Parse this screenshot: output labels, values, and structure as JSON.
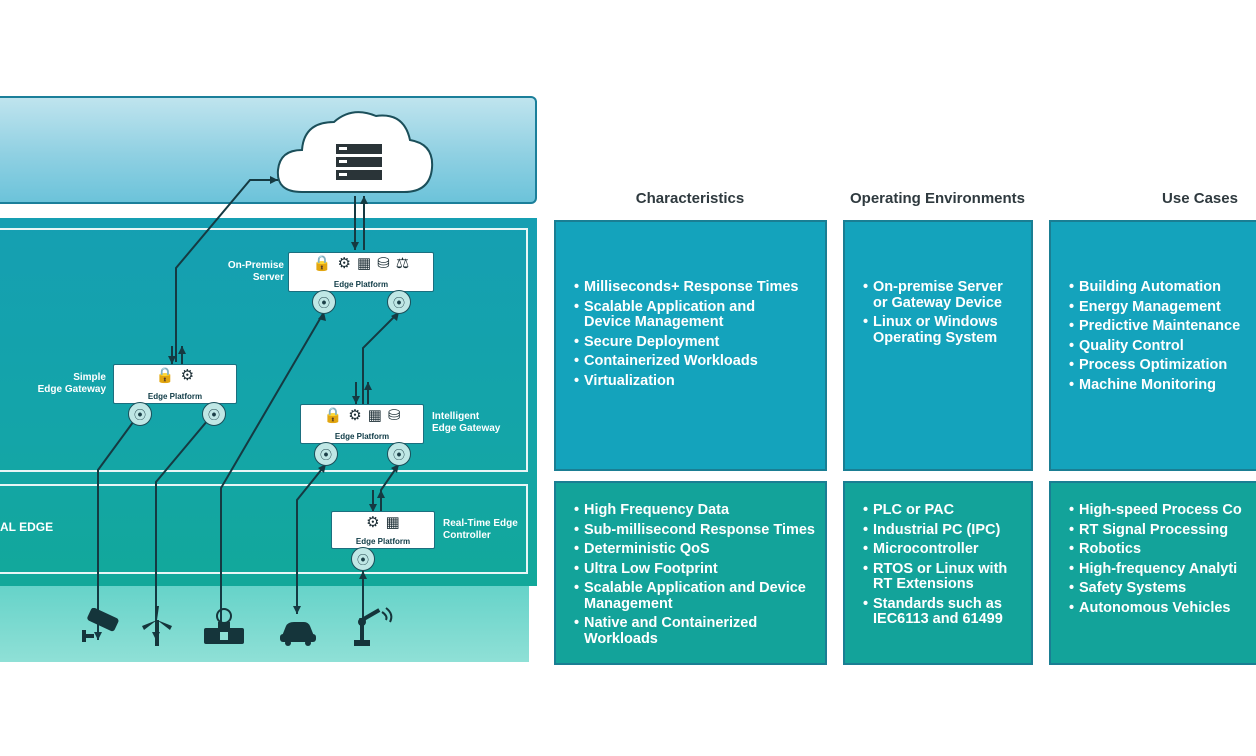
{
  "diagram": {
    "layers": {
      "far_edge_label": "AL EDGE"
    },
    "nodes": {
      "on_premise": {
        "label": "On-Premise\nServer",
        "platform": "Edge Platform",
        "icons": [
          "lock-icon",
          "gear-search-icon",
          "dashboard-icon",
          "database-gear-icon",
          "monitor-scale-icon"
        ]
      },
      "simple": {
        "label": "Simple\nEdge Gateway",
        "platform": "Edge Platform",
        "icons": [
          "lock-icon",
          "gear-icon"
        ]
      },
      "intelligent": {
        "label": "Intelligent\nEdge Gateway",
        "platform": "Edge Platform",
        "icons": [
          "lock-icon",
          "gear-icon",
          "dashboard-icon",
          "database-gear-icon"
        ]
      },
      "realtime": {
        "label": "Real-Time Edge\nController",
        "platform": "Edge Platform",
        "icons": [
          "gear-icon",
          "dashboard-clock-icon"
        ]
      }
    },
    "devices": [
      "camera-icon",
      "wind-turbine-icon",
      "pump-icon",
      "car-icon",
      "robot-arm-icon"
    ]
  },
  "columns": [
    {
      "heading": "Characteristics",
      "top": [
        "Milliseconds+ Response Times",
        "Scalable Application and\nDevice Management",
        "Secure Deployment",
        "Containerized Workloads",
        "Virtualization"
      ],
      "bottom": [
        "High Frequency Data",
        "Sub-millisecond Response Times",
        "Deterministic QoS",
        "Ultra Low Footprint",
        "Scalable Application and Device\nManagement",
        "Native and Containerized\nWorkloads"
      ]
    },
    {
      "heading": "Operating Environments",
      "top": [
        "On-premise Server\nor Gateway Device",
        "Linux or Windows\nOperating System"
      ],
      "bottom": [
        "PLC or PAC",
        "Industrial PC (IPC)",
        "Microcontroller",
        "RTOS or Linux with\nRT Extensions",
        "Standards such as\nIEC6113 and 61499"
      ]
    },
    {
      "heading": "Use Cases",
      "top": [
        "Building Automation",
        "Energy Management",
        "Predictive Maintenance",
        "Quality Control",
        "Process Optimization",
        "Machine Monitoring"
      ],
      "bottom": [
        "High-speed Process Co",
        "RT Signal Processing",
        "Robotics",
        "High-frequency Analyti",
        "Safety Systems",
        "Autonomous Vehicles"
      ]
    }
  ],
  "colors": {
    "cyan": "#14a3bc",
    "teal": "#13a39a",
    "border": "#1a7e93"
  }
}
